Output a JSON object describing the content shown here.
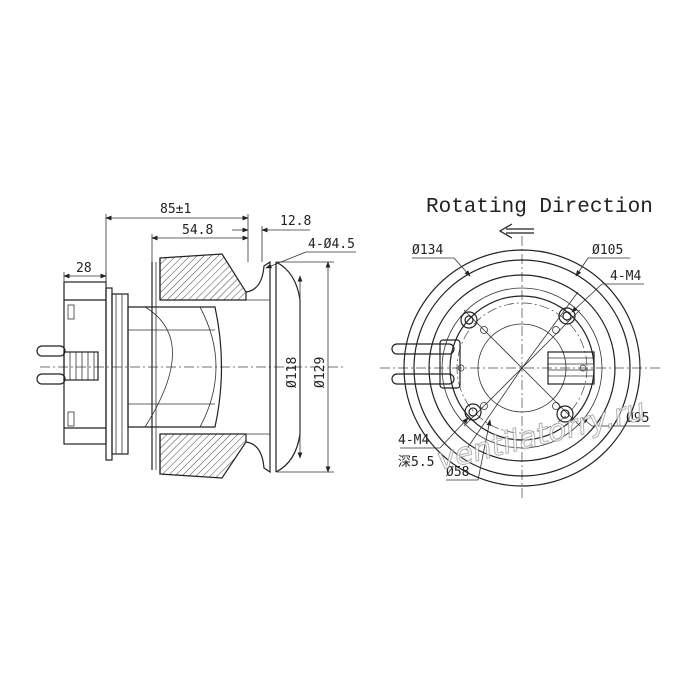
{
  "rotating_direction": {
    "title": "Rotating Direction",
    "arrow_icon": "left-arrow-icon"
  },
  "side_view": {
    "dim_overall": "85±1",
    "dim_body": "54.8",
    "dim_flange": "12.8",
    "dim_holes": "4-Ø4.5",
    "dim_connector": "28",
    "dim_d118": "Ø118",
    "dim_d129": "Ø129"
  },
  "front_view": {
    "dim_d134": "Ø134",
    "dim_d105": "Ø105",
    "dim_m4_top": "4-M4",
    "dim_m4_bottom": "4-M4",
    "dim_depth": "深5.5",
    "dim_d58": "Ø58",
    "dim_d95": "Ø95"
  },
  "watermark": "ventilatorry.ru"
}
